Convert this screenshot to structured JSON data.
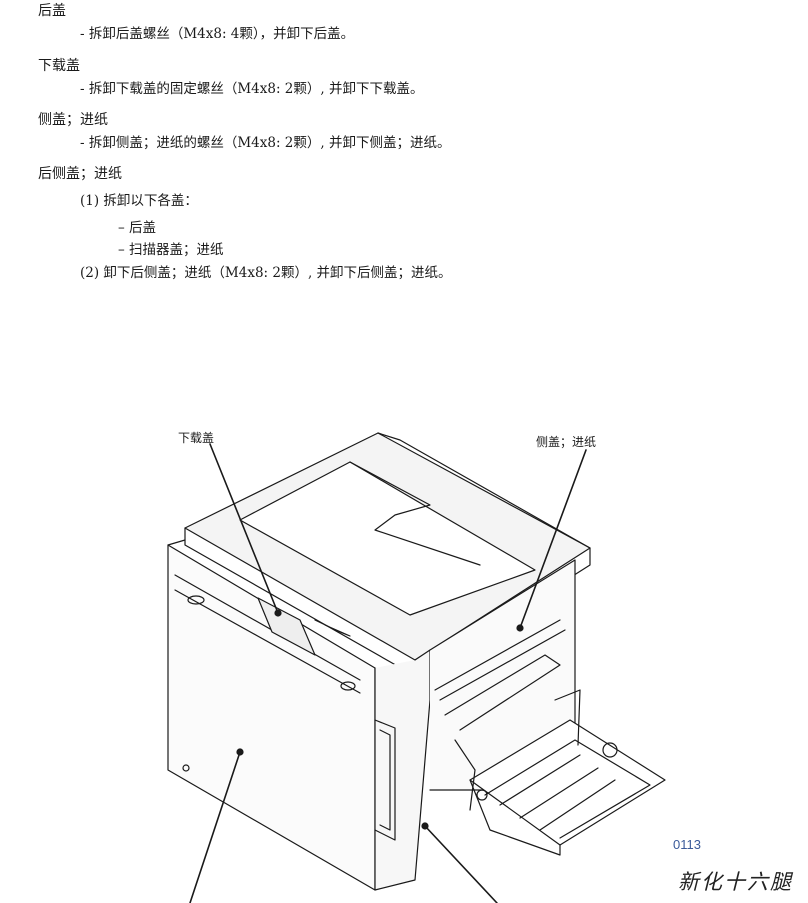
{
  "sections": [
    {
      "heading": "后盖",
      "step": "- 拆卸后盖螺丝（M4x8: 4颗），并卸下后盖。"
    },
    {
      "heading": "下载盖",
      "step": "- 拆卸下载盖的固定螺丝（M4x8: 2颗）, 并卸下下载盖。"
    },
    {
      "heading": "侧盖；进纸",
      "step": "- 拆卸侧盖；进纸的螺丝（M4x8: 2颗）, 并卸下侧盖；进纸。"
    }
  ],
  "rear_side": {
    "heading": "后侧盖；进纸",
    "step1": "(1) 拆卸以下各盖：",
    "sub_items": [
      "–  后盖",
      "–  扫描器盖；进纸"
    ],
    "step2": "(2) 卸下后侧盖；进纸（M4x8: 2颗）, 并卸下后侧盖；进纸。"
  },
  "figure": {
    "label_download": "下载盖",
    "label_side": "侧盖；进纸",
    "code": "0113"
  },
  "seal_text": "新化十六腿"
}
